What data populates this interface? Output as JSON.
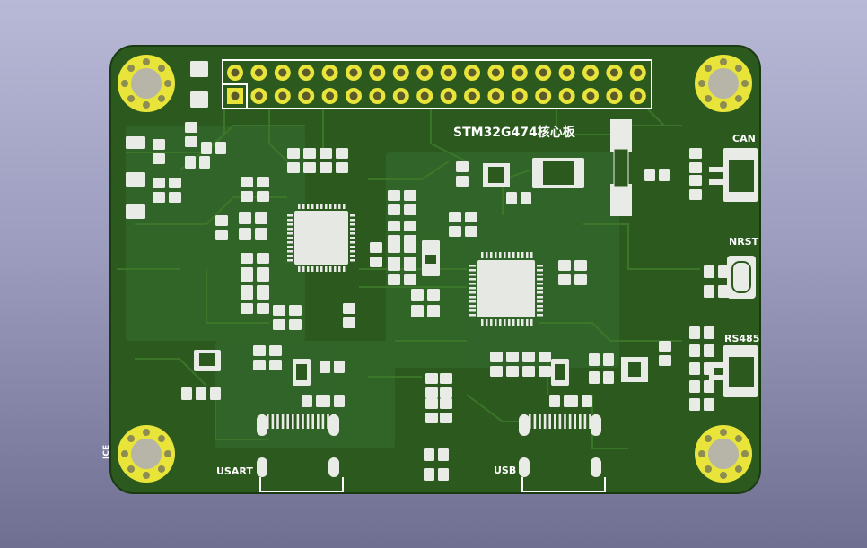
{
  "board": {
    "title": "STM32G474核心板",
    "colors": {
      "background_top": "#b8b9d6",
      "background_bottom": "#6f7091",
      "soldermask": "#2c5a1e",
      "soldermask_light": "#33672a",
      "copper_pad": "#e8e43a",
      "smd_pad": "#e9ebe6",
      "silkscreen": "#ffffff",
      "ic_body": "#e6e8e4"
    }
  },
  "labels": {
    "can": "CAN",
    "nrst": "NRST",
    "rs485": "RS485",
    "usart": "USART",
    "usb": "USB",
    "edge_mark": "ICE"
  },
  "header": {
    "rows": 2,
    "columns": 18,
    "pin1_square": true
  },
  "mounting_holes": [
    "top-left",
    "top-right",
    "bottom-left",
    "bottom-right"
  ],
  "icons": {
    "mounting_hole": "mounting-hole-icon",
    "usb_connector": "usb-c-connector-icon",
    "ic": "qfp-chip-icon"
  }
}
